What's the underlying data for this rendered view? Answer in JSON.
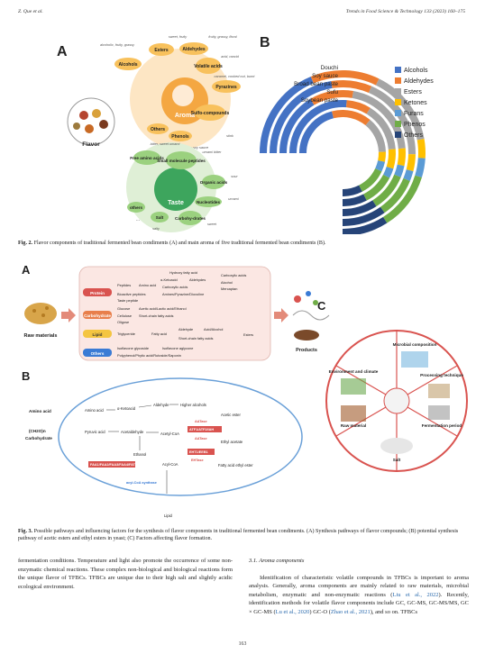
{
  "header": {
    "left": "Z. Que et al.",
    "right": "Trends in Food Science & Technology 133 (2023) 160–175"
  },
  "fig2": {
    "labelA": "A",
    "labelB": "B",
    "flavor": "Flavor",
    "aroma": "Aroma",
    "taste": "Taste",
    "aroma_nodes": [
      "Esters",
      "Aldehydes",
      "Alcohols",
      "Volatile acids",
      "Pyrazines",
      "Sulfo-compounds",
      "Phenols",
      "Others"
    ],
    "aroma_notes": [
      "sweet, fruity",
      "fruity, grassy, floral",
      "alcoholic, fruity, grassy",
      "acid, rancid",
      "caramel, cooked nut, burnt",
      "stink",
      "roasted, spicy, soy sauce"
    ],
    "taste_nodes": [
      "Free amino acids",
      "Small molecule peptides",
      "Organic acids",
      "Nucleotides",
      "Carbohy-drates",
      "Salt",
      "others"
    ],
    "taste_notes": [
      "bitter, sweet umami",
      "umami bitter",
      "sour",
      "umami",
      "sweet",
      "salty"
    ],
    "others_dots": "...",
    "ring_labels": [
      "Douchi",
      "Soy sauce",
      "Broad bean paste",
      "Sufu",
      "Soybean paste"
    ],
    "legend": [
      {
        "name": "Alcohols",
        "color": "#4472c4"
      },
      {
        "name": "Aldehydes",
        "color": "#ed7d31"
      },
      {
        "name": "Esters",
        "color": "#a5a5a5"
      },
      {
        "name": "Ketones",
        "color": "#ffc000"
      },
      {
        "name": "Furans",
        "color": "#5b9bd5"
      },
      {
        "name": "Phenos",
        "color": "#70ad47"
      },
      {
        "name": "Others",
        "color": "#264478"
      }
    ],
    "caption_label": "Fig. 2.",
    "caption": "Flavor components of traditional fermented bean condiments (A) and main aroma of five traditional fermented bean condiments (B)."
  },
  "fig3": {
    "labelA": "A",
    "labelB": "B",
    "labelC": "C",
    "raw_materials": "Raw materials",
    "products": "Products",
    "groups": [
      "Protein",
      "Carbohydrate",
      "Lipid",
      "Others"
    ],
    "protein_items": [
      "Peptides",
      "Amino acid",
      "α-Ketoacid",
      "Aldehydes",
      "Carboxylic acids",
      "Alcohol",
      "Mercaptan",
      "Hydroxy fatty acid",
      "Carboxylic acids",
      "Amines/Pyrazine/Dioxoline",
      "Bioactive peptides",
      "Taste peptide"
    ],
    "carb_items": [
      "Glucose",
      "Acetic acid/Lactic acid/Ethanol",
      "Cellulose",
      "Short-chain fatty acids",
      "Oligose"
    ],
    "lipid_items": [
      "Triglyceride",
      "Fatty acid",
      "Aldehyde",
      "Acid/Alcohol",
      "Short-chain fatty acids",
      "Esters"
    ],
    "others_items": [
      "Isoflavone glycoside",
      "Isoflavone aglycone",
      "Polyphenol/Phytic acid/Rutoside/Saponin"
    ],
    "pathway_left": [
      "Amino acid",
      "Carbohydrate",
      "(CH2O)n"
    ],
    "pathway_nodes": [
      "Amino acid",
      "α-Ketoacid",
      "Aldehyde",
      "Higher alcohols",
      "Acetic ester",
      "Pyruvic acid",
      "Acetaldehyde",
      "Acetyl-CoA",
      "Ethyl acetate",
      "Ethanol",
      "Acyl-CoA",
      "Fatty acid ethyl ester",
      "Lipid"
    ],
    "pathway_enzymes": [
      "AATase",
      "ATF1/ATF2/IAH",
      "AATase",
      "EHT1/EEB1",
      "EHTase",
      "acyl-CoA synthase",
      "FAA1/FAA2/FAA3/FAA4/FAT1"
    ],
    "factors": [
      "Microbial composition",
      "Processing technique",
      "Fermentation period",
      "Salt",
      "Raw material",
      "Environment and climate"
    ],
    "caption_label": "Fig. 3.",
    "caption": "Possible pathways and influencing factors for the synthesis of flavor components in traditional fermented bean condiments. (A) Synthesis pathways of flavor compounds; (B) potential synthesis pathway of acetic esters and ethyl esters in yeast; (C) Factors affecting flavor formation."
  },
  "body": {
    "left_para": "fermentation conditions. Temperature and light also promote the occurrence of some non-enzymatic chemical reactions. These complex non-biological and biological reactions form the unique flavor of TFBCs. TFBCs are unique due to their high salt and slightly acidic ecological environment.",
    "section": "3.1. Aroma components",
    "right_para_1": "Identification of characteristic volatile compounds in TFBCs is important to aroma analysis. Generally, aroma components are mainly related to raw materials, microbial metabolism, enzymatic and non-enzymatic reactions (",
    "cite1": "Liu et al., 2022",
    "right_para_2": "). Recently, identification methods for volatile flavor components include GC, GC-MS, GC-MS/MS, GC × GC-MS (",
    "cite2": "Lu et al., 2020",
    "right_para_3": ") GC-O (",
    "cite3": "Zhao et al., 2021",
    "right_para_4": "), and so on. TFBCs"
  },
  "page_number": "163"
}
